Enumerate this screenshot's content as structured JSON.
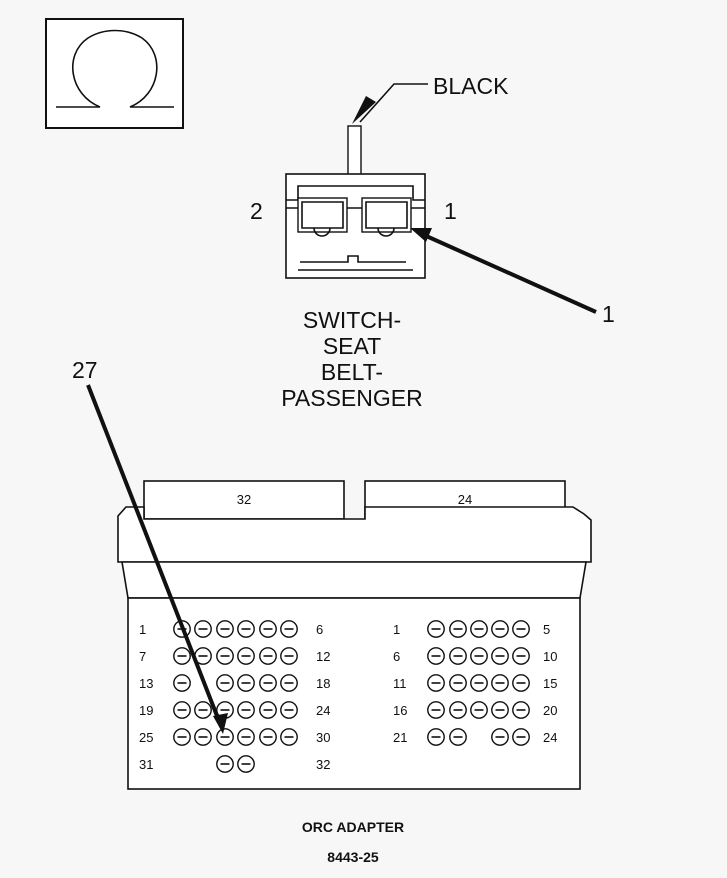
{
  "wire_color": "BLACK",
  "switch": {
    "pin_left": "2",
    "pin_right": "1",
    "callout": "1",
    "name_lines": [
      "SWITCH-",
      "SEAT",
      "BELT-",
      "PASSENGER"
    ]
  },
  "adapter": {
    "callout": "27",
    "header_left": "32",
    "header_right": "24",
    "left_block_rows": [
      {
        "start": "1",
        "end": "6"
      },
      {
        "start": "7",
        "end": "12"
      },
      {
        "start": "13",
        "end": "18"
      },
      {
        "start": "19",
        "end": "24"
      },
      {
        "start": "25",
        "end": "30"
      },
      {
        "start": "31",
        "end": "32"
      }
    ],
    "right_block_rows": [
      {
        "start": "1",
        "end": "5"
      },
      {
        "start": "6",
        "end": "10"
      },
      {
        "start": "11",
        "end": "15"
      },
      {
        "start": "16",
        "end": "20"
      },
      {
        "start": "21",
        "end": "24"
      }
    ],
    "name": "ORC ADAPTER",
    "figure_id": "8443-25"
  }
}
